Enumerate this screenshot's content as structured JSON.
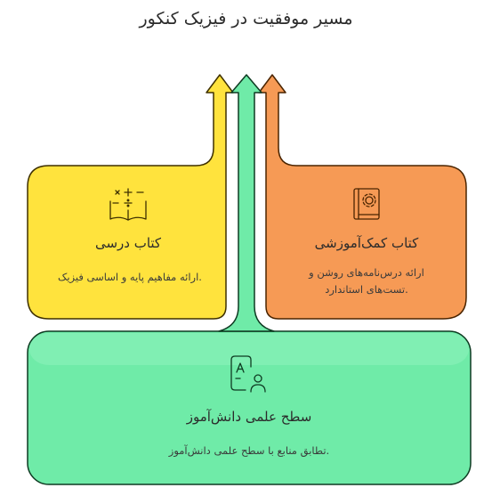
{
  "title": "مسیر موفقیت در فیزیک کنکور",
  "colors": {
    "yellow_fill": "#FFE33D",
    "yellow_stroke": "#3E3000",
    "orange_fill": "#F69A55",
    "orange_stroke": "#4A2400",
    "green_fill": "#6FEBA8",
    "green_stroke": "#0E3B22"
  },
  "nodes": {
    "textbook": {
      "title": "کتاب درسی",
      "description": ".ارائه مفاهیم پایه و اساسی فیزیک",
      "icon": "math-operations-book-icon"
    },
    "supplementary": {
      "title": "کتاب کمک‌آموزشی",
      "description_line1": "ارائه درس‌نامه‌های روشن و",
      "description_line2": ".تست‌های استاندارد",
      "icon": "gear-book-icon"
    },
    "student_level": {
      "title": "سطح علمی دانش‌آموز",
      "description": ".تطابق منابع با سطح علمی دانش‌آموز",
      "icon": "student-profile-icon"
    }
  }
}
